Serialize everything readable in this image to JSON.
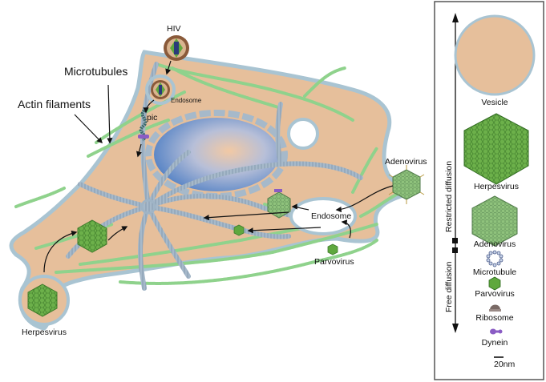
{
  "cell": {
    "labels": {
      "hiv": "HIV",
      "microtubules": "Microtubules",
      "actin_filaments": "Actin filaments",
      "endosome_top": "Endosome",
      "pic": "pic",
      "adenovirus": "Adenovirus",
      "endosome_right": "Endosome",
      "parvovirus": "Parvovirus",
      "herpesvirus": "Herpesvirus"
    }
  },
  "legend": {
    "axis_top_label": "Restricted diffusion",
    "axis_bottom_label": "Free diffusion",
    "items": [
      {
        "label": "Vesicle",
        "icon": "vesicle-icon"
      },
      {
        "label": "Herpesvirus",
        "icon": "herpesvirus-icon"
      },
      {
        "label": "Adenovirus",
        "icon": "adenovirus-icon"
      },
      {
        "label": "Microtubule",
        "icon": "microtubule-icon"
      },
      {
        "label": "Parvovirus",
        "icon": "parvovirus-icon"
      },
      {
        "label": "Ribosome",
        "icon": "ribosome-icon"
      },
      {
        "label": "Dynein",
        "icon": "dynein-icon"
      }
    ],
    "scale_bar_label": "20nm"
  },
  "colors": {
    "cytoplasm": "#e8c09c",
    "membrane": "#a9c4d2",
    "microtubule": "#9fb4c6",
    "actin": "#8fcf8a",
    "virus_green": "#5fa83e",
    "nucleus": "#5a86c8",
    "dynein": "#8a5cc4"
  }
}
